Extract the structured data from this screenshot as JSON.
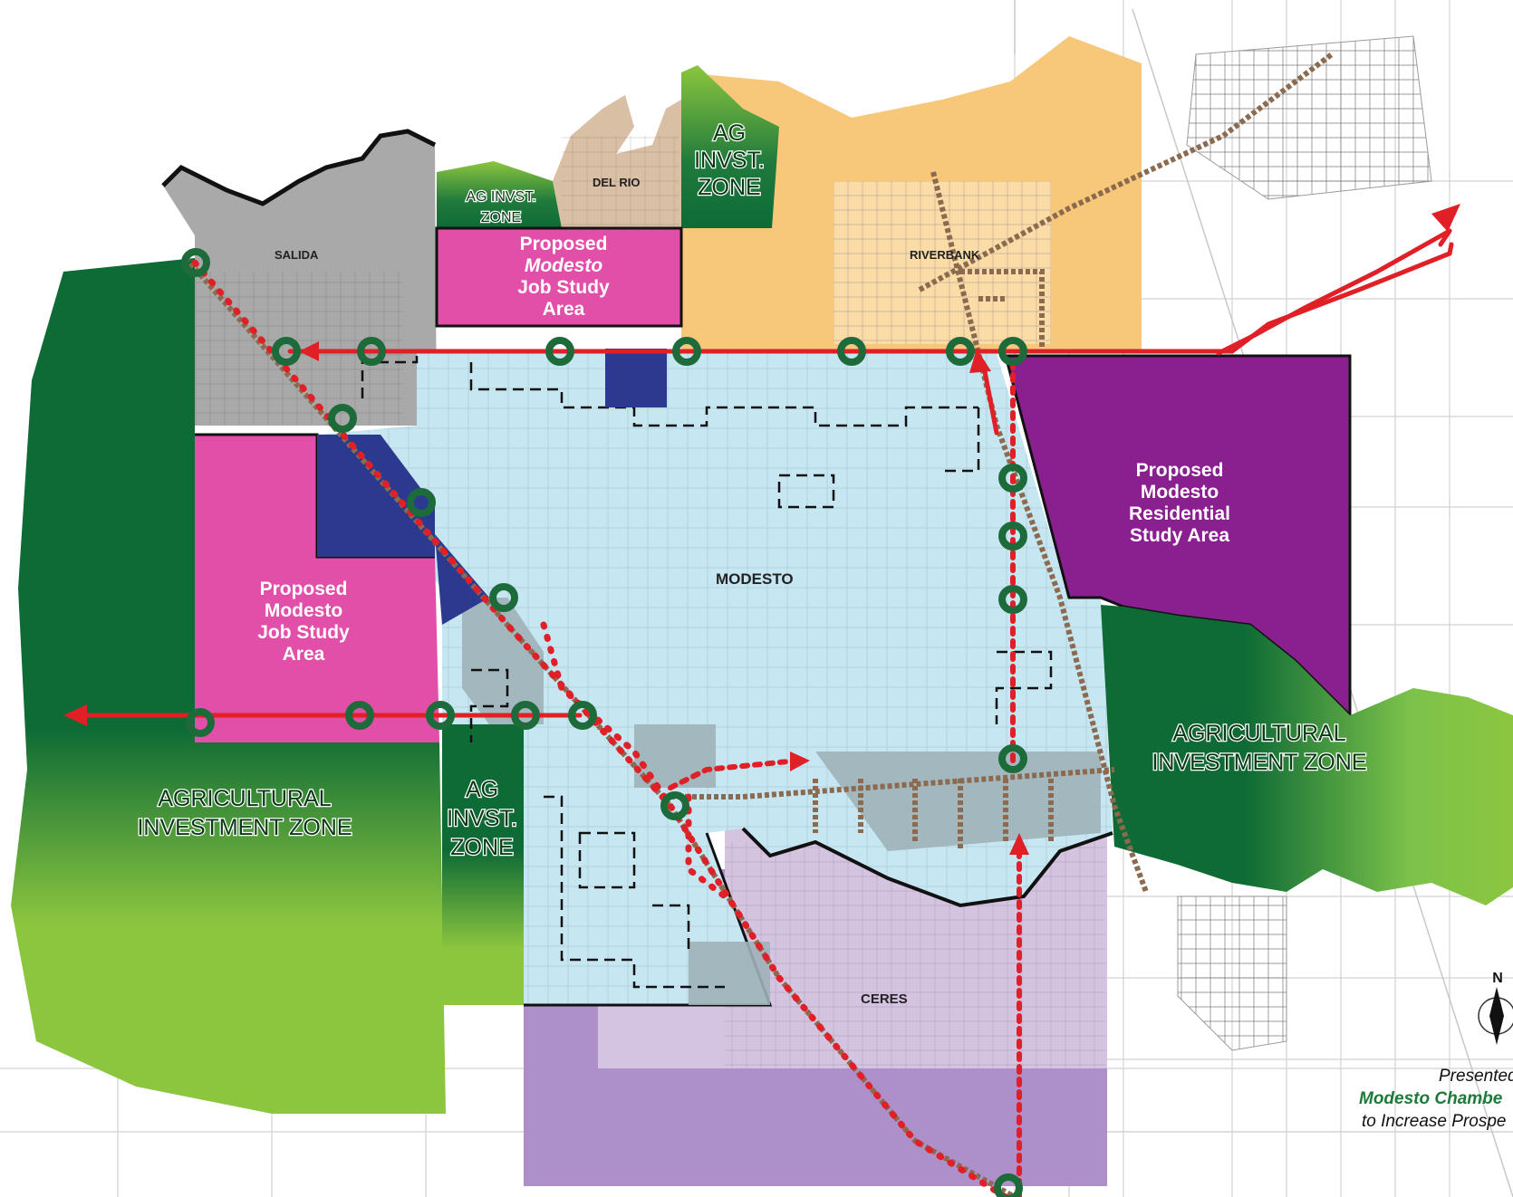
{
  "places": {
    "salida": "SALIDA",
    "del_rio": "DEL RIO",
    "riverbank": "RIVERBANK",
    "modesto": "MODESTO",
    "ceres": "CERES"
  },
  "zones": {
    "ag_north_left": [
      "AG  INVST.",
      "ZONE"
    ],
    "ag_north_right": [
      "AG",
      "INVST.",
      "ZONE"
    ],
    "ag_west": [
      "AGRICULTURAL",
      "INVESTMENT ZONE"
    ],
    "ag_center": [
      "AG",
      "INVST.",
      "ZONE"
    ],
    "ag_east": [
      "AGRICULTURAL",
      "INVESTMENT ZONE"
    ]
  },
  "study_areas": {
    "job_north": [
      "Proposed",
      "Modesto",
      "Job Study",
      "Area"
    ],
    "job_west": [
      "Proposed",
      "Modesto",
      "Job Study",
      "Area"
    ],
    "residential_east": [
      "Proposed",
      "Modesto",
      "Residential",
      "Study Area"
    ]
  },
  "compass": {
    "north": "N"
  },
  "credit": [
    "Presented",
    "Modesto Chambe",
    "to Increase Prospe"
  ],
  "colors": {
    "city": "#c6e6f2",
    "job_study": "#e14fa8",
    "residential_study": "#8a1f8f",
    "ag_dark": "#0e6b35",
    "ag_light": "#8cc63f",
    "riverbank": "#f7c77a",
    "salida": "#a9a9a9",
    "del_rio": "#d9bfa4",
    "ceres": "#c3aed6",
    "corridor": "#e01f26",
    "rail": "#8b6a4f",
    "node": "#1d6b3a"
  }
}
